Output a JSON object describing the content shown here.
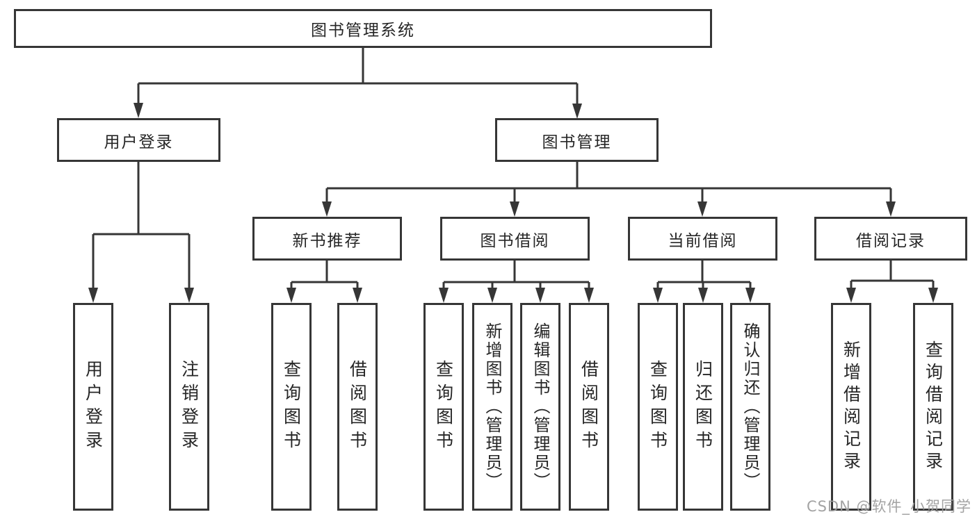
{
  "title": "图书管理系统",
  "watermark": "CSDN @软件_小贺同学",
  "colors": {
    "line": "#363636",
    "text": "#262626",
    "background": "#ffffff",
    "watermark": "#9e9e9e"
  },
  "nodes": {
    "root": "图书管理系统",
    "user_login": "用户登录",
    "book_mgmt": "图书管理",
    "new_books": "新书推荐",
    "book_borrow": "图书借阅",
    "current_borrow": "当前借阅",
    "borrow_records": "借阅记录",
    "leaf_user_login": "用户登录",
    "leaf_logout": "注销登录",
    "leaf_nb_query": "查询图书",
    "leaf_nb_borrow": "借阅图书",
    "leaf_bb_query": "查询图书",
    "leaf_bb_add": "新增图书（管理员）",
    "leaf_bb_edit": "编辑图书（管理员）",
    "leaf_bb_borrow": "借阅图书",
    "leaf_cb_query": "查询图书",
    "leaf_cb_return": "归还图书",
    "leaf_cb_confirm": "确认归还（管理员）",
    "leaf_br_add": "新增借阅记录",
    "leaf_br_query": "查询借阅记录"
  },
  "edges": [
    [
      "root",
      "user_login"
    ],
    [
      "root",
      "book_mgmt"
    ],
    [
      "user_login",
      "leaf_user_login"
    ],
    [
      "user_login",
      "leaf_logout"
    ],
    [
      "book_mgmt",
      "new_books"
    ],
    [
      "book_mgmt",
      "book_borrow"
    ],
    [
      "book_mgmt",
      "current_borrow"
    ],
    [
      "book_mgmt",
      "borrow_records"
    ],
    [
      "new_books",
      "leaf_nb_query"
    ],
    [
      "new_books",
      "leaf_nb_borrow"
    ],
    [
      "book_borrow",
      "leaf_bb_query"
    ],
    [
      "book_borrow",
      "leaf_bb_add"
    ],
    [
      "book_borrow",
      "leaf_bb_edit"
    ],
    [
      "book_borrow",
      "leaf_bb_borrow"
    ],
    [
      "current_borrow",
      "leaf_cb_query"
    ],
    [
      "current_borrow",
      "leaf_cb_return"
    ],
    [
      "current_borrow",
      "leaf_cb_confirm"
    ],
    [
      "borrow_records",
      "leaf_br_add"
    ],
    [
      "borrow_records",
      "leaf_br_query"
    ]
  ]
}
